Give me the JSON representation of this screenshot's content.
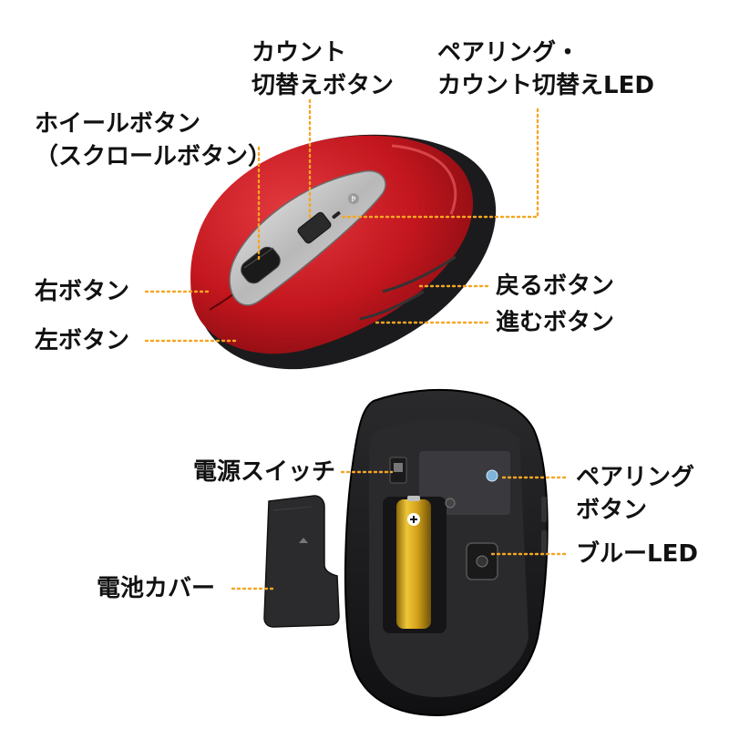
{
  "colors": {
    "accent_leader": "#f5a623",
    "mouse_red": "#c3161e",
    "mouse_body_black": "#1b1b1d",
    "battery_gold": "#d4a21a",
    "led_blue": "#7fb3d9"
  },
  "top_view": {
    "labels": {
      "count_switch": "カウント\n切替えボタン",
      "pairing_led": "ペアリング・\nカウント切替えLED",
      "wheel": "ホイールボタン\n（スクロールボタン）",
      "right_button": "右ボタン",
      "left_button": "左ボタン",
      "back_button": "戻るボタン",
      "forward_button": "進むボタン"
    }
  },
  "bottom_view": {
    "labels": {
      "power_switch": "電源スイッチ",
      "pairing_button": "ペアリング\nボタン",
      "blue_led": "ブルーLED",
      "battery_cover": "電池カバー"
    }
  },
  "icons": [
    "bluetooth-icon",
    "battery-icon",
    "pairing-button-icon",
    "blue-led-icon"
  ]
}
